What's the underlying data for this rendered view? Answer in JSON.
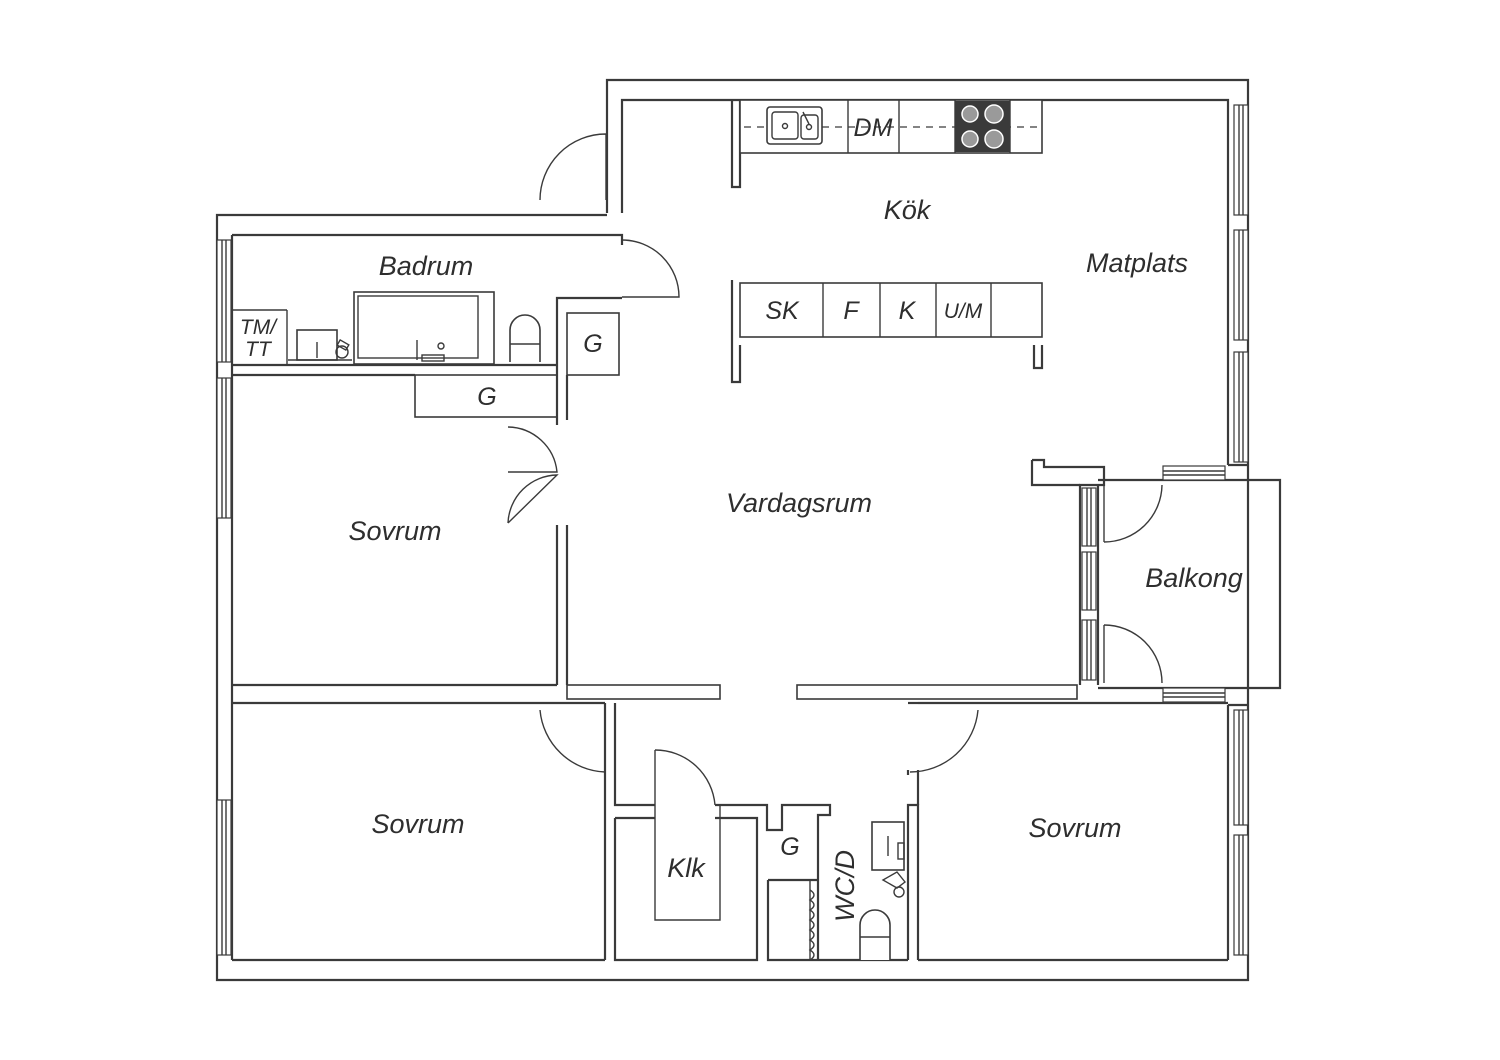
{
  "rooms": {
    "kitchen": "Kök",
    "dining": "Matplats",
    "bathroom": "Badrum",
    "living_room": "Vardagsrum",
    "bedroom_west": "Sovrum",
    "bedroom_southwest": "Sovrum",
    "bedroom_southeast": "Sovrum",
    "balcony": "Balkong",
    "closet": "Klk",
    "wc_shower": "WC/D"
  },
  "fixtures": {
    "dishwasher": "DM",
    "fridge_freezer": "SK",
    "freezer": "F",
    "fridge": "K",
    "microwave_oven": "U/M",
    "washer_dryer_line1": "TM/",
    "washer_dryer_line2": "TT",
    "wardrobe_bath": "G",
    "wardrobe_hall": "G",
    "wardrobe_wc": "G"
  }
}
